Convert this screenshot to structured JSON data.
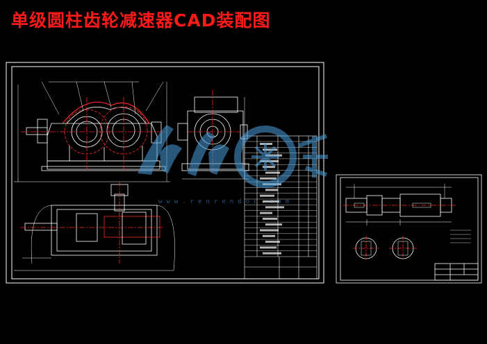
{
  "page": {
    "title": "单级圆柱齿轮减速器CAD装配图"
  },
  "watermark": {
    "url_text": "www.renrendoc.com",
    "color": "#4a9fdc",
    "icon": "people-logo-watermark"
  },
  "colors": {
    "background": "#000000",
    "title": "#ff1a1a",
    "line": "#ffffff",
    "centerline": "#ff2a2a",
    "accent": "#ffff33"
  }
}
